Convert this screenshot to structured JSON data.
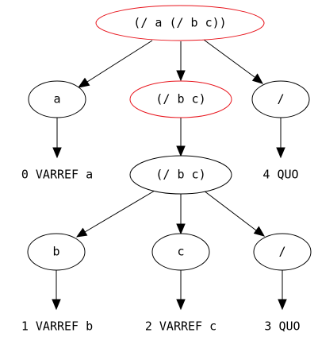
{
  "colors": {
    "highlight": "#e8141c",
    "stroke": "#000000",
    "background": "#ffffff"
  },
  "nodes": {
    "root": {
      "label": "(/ a (/ b c))",
      "highlighted": true
    },
    "a": {
      "label": "a"
    },
    "sub_expr": {
      "label": "(/ b c)",
      "highlighted": true
    },
    "div_op_top": {
      "label": "/"
    },
    "varref_a": {
      "label": "0 VARREF a"
    },
    "sub_expr_2": {
      "label": "(/ b c)"
    },
    "quo_4": {
      "label": "4 QUO"
    },
    "b": {
      "label": "b"
    },
    "c": {
      "label": "c"
    },
    "div_op_bottom": {
      "label": "/"
    },
    "varref_b": {
      "label": "1 VARREF b"
    },
    "varref_c": {
      "label": "2 VARREF c"
    },
    "quo_3": {
      "label": "3 QUO"
    }
  }
}
